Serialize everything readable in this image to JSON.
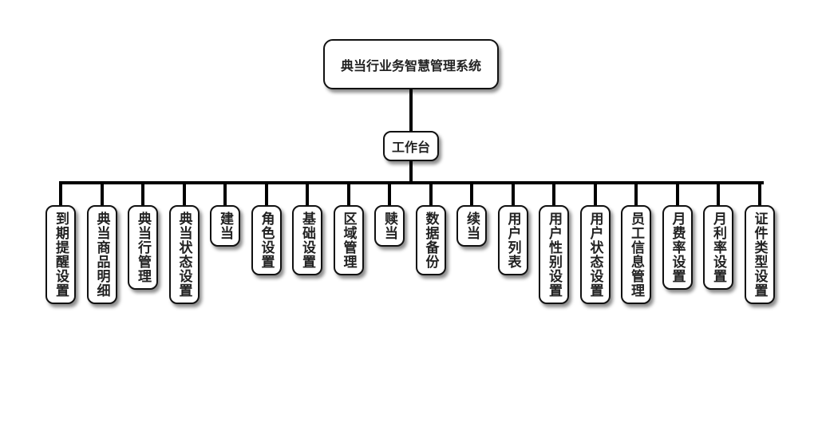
{
  "root": {
    "label": "典当行业务智慧管理系统"
  },
  "middle": {
    "label": "工作台"
  },
  "children": [
    {
      "label": "到期提醒设置"
    },
    {
      "label": "典当商品明细"
    },
    {
      "label": "典当行管理"
    },
    {
      "label": "典当状态设置"
    },
    {
      "label": "建当"
    },
    {
      "label": "角色设置"
    },
    {
      "label": "基础设置"
    },
    {
      "label": "区域管理"
    },
    {
      "label": "赎当"
    },
    {
      "label": "数据备份"
    },
    {
      "label": "续当"
    },
    {
      "label": "用户列表"
    },
    {
      "label": "用户性别设置"
    },
    {
      "label": "用户状态设置"
    },
    {
      "label": "员工信息管理"
    },
    {
      "label": "月费率设置"
    },
    {
      "label": "月利率设置"
    },
    {
      "label": "证件类型设置"
    }
  ]
}
